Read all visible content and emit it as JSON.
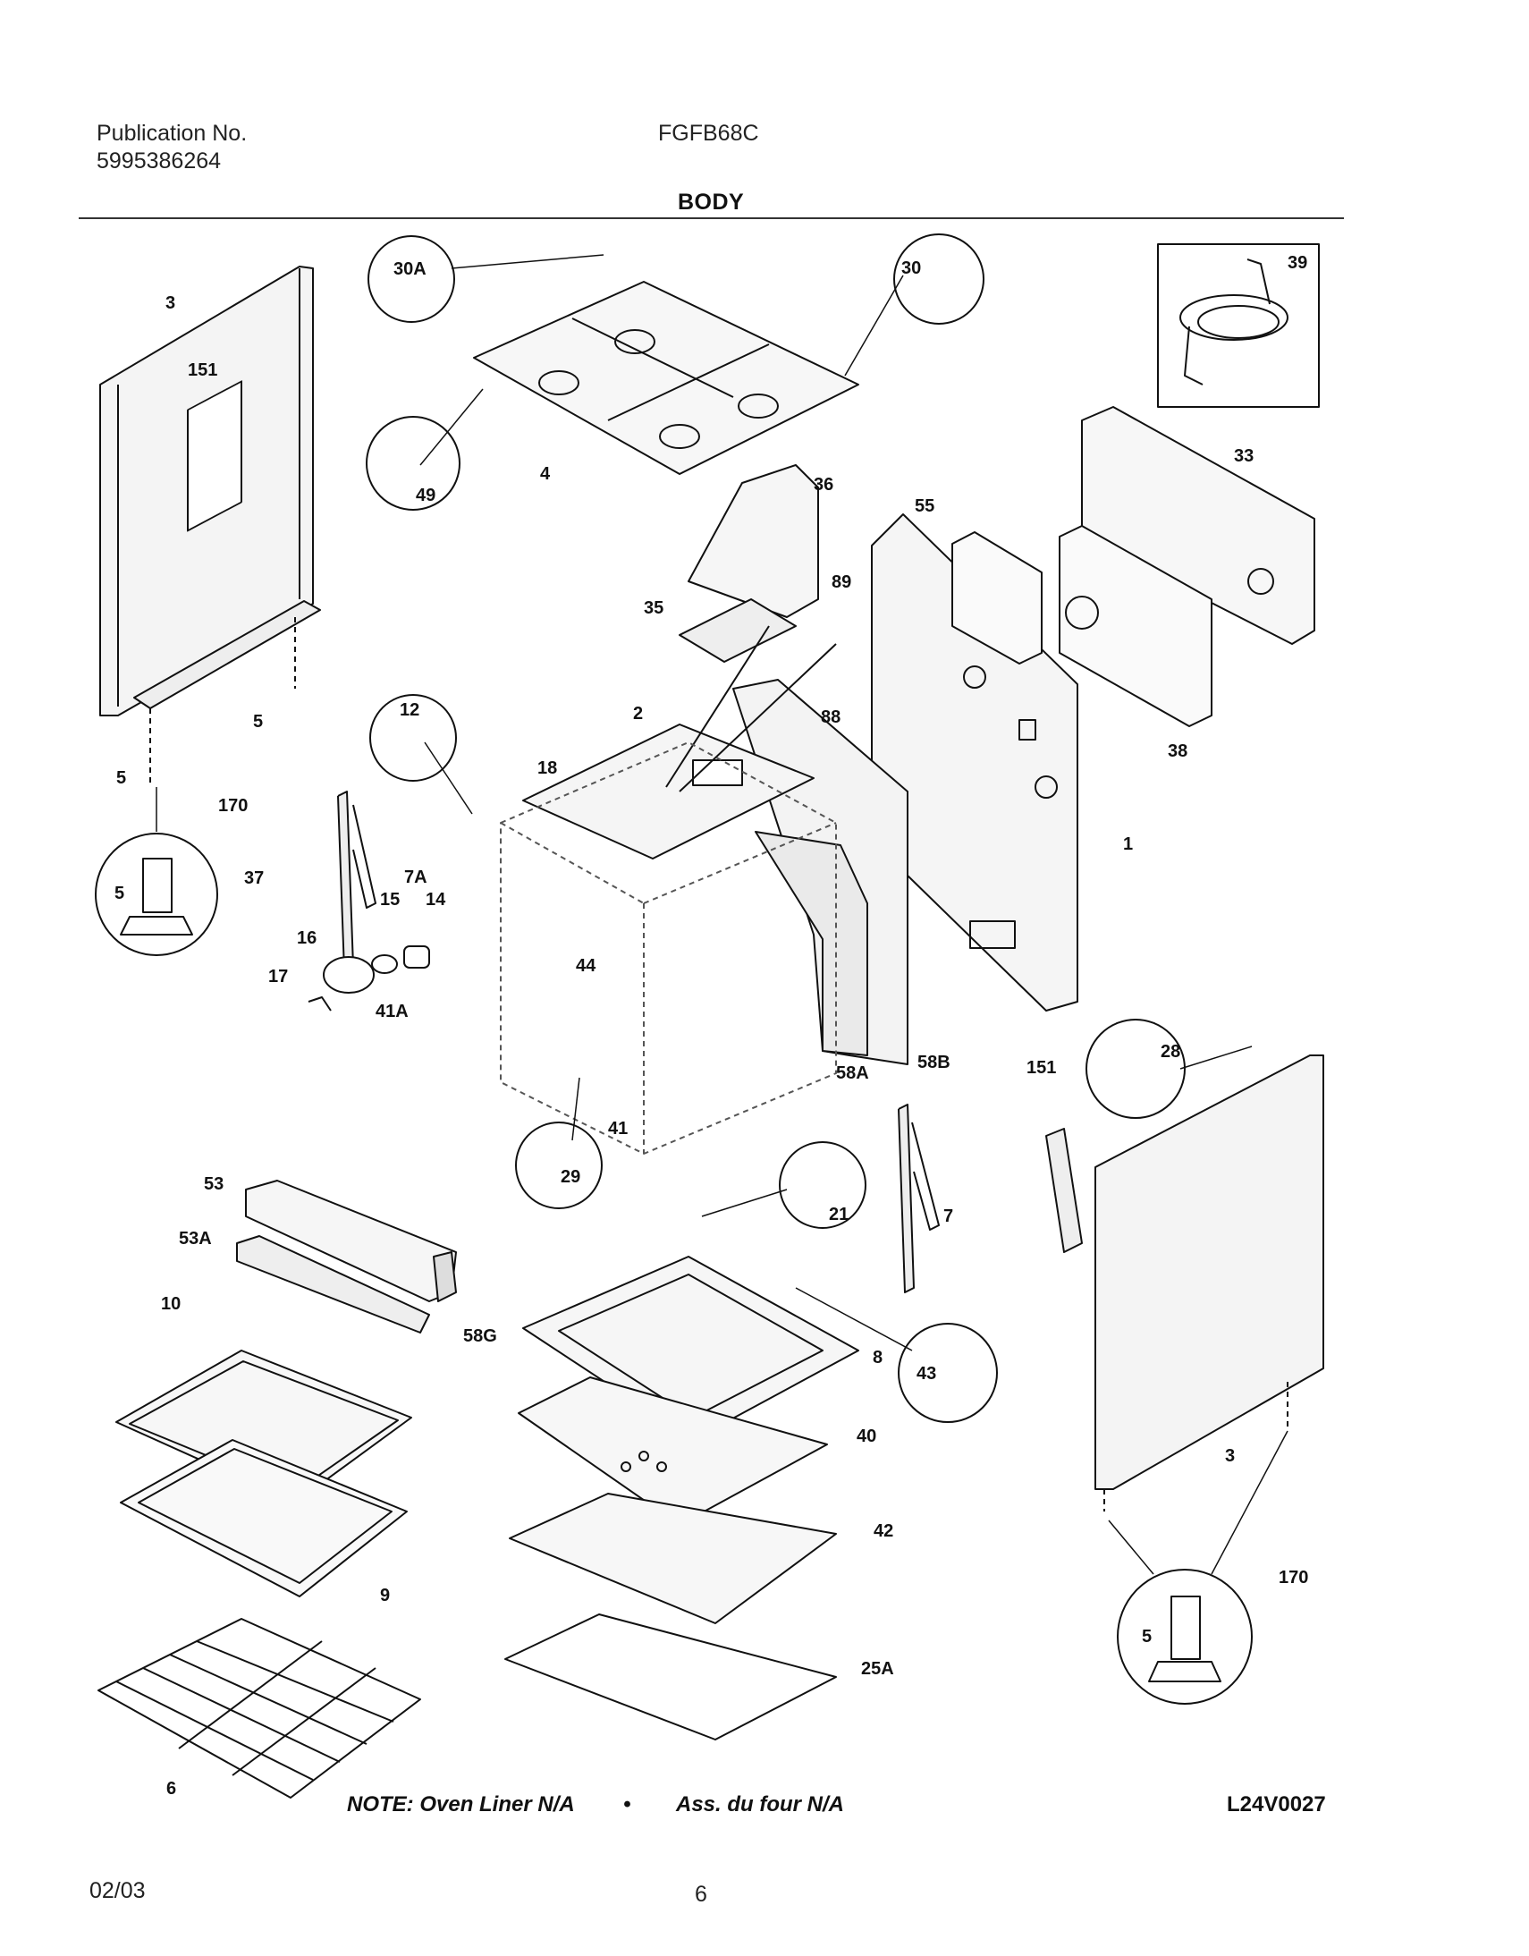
{
  "header": {
    "publication_label": "Publication No.",
    "publication_number": "5995386264",
    "model": "FGFB68C",
    "section_title": "BODY"
  },
  "parts": {
    "p3_left": "3",
    "p151_left": "151",
    "p5_a": "5",
    "p5_b": "5",
    "p5_circle_left": "5",
    "p170_left": "170",
    "p37": "37",
    "p7A": "7A",
    "p15": "15",
    "p14": "14",
    "p16": "16",
    "p17": "17",
    "p41A": "41A",
    "p12": "12",
    "p44": "44",
    "p30A": "30A",
    "p49": "49",
    "p4": "4",
    "p30": "30",
    "p39": "39",
    "p33": "33",
    "p36": "36",
    "p55": "55",
    "p35": "35",
    "p89": "89",
    "p88": "88",
    "p38": "38",
    "p2": "2",
    "p18": "18",
    "p1": "1",
    "p58A": "58A",
    "p58B": "58B",
    "p29": "29",
    "p41": "41",
    "p21": "21",
    "p7": "7",
    "p151_right": "151",
    "p28": "28",
    "p53": "53",
    "p53A": "53A",
    "p58G": "58G",
    "p10": "10",
    "p9": "9",
    "p6": "6",
    "p8": "8",
    "p43": "43",
    "p40": "40",
    "p42": "42",
    "p25A": "25A",
    "p3_right": "3",
    "p170_right": "170",
    "p5_circle_right": "5"
  },
  "note": {
    "text_en": "NOTE: Oven Liner N/A",
    "bullet": "•",
    "text_fr": "Ass. du four N/A",
    "code": "L24V0027"
  },
  "footer": {
    "date": "02/03",
    "page": "6"
  }
}
